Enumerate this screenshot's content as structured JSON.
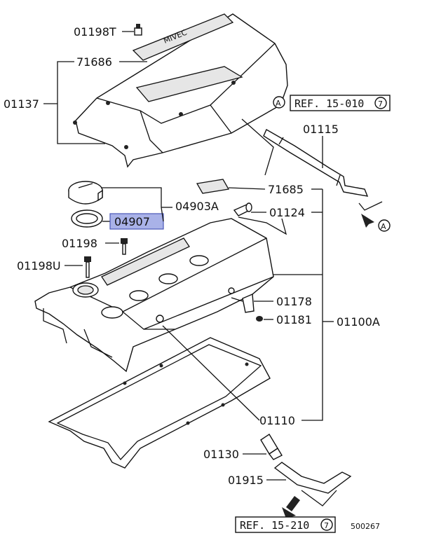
{
  "diagram": {
    "labels": {
      "p01198T": "01198T",
      "p71686": "71686",
      "p01137": "01137",
      "p01115": "01115",
      "p04903A": "04903A",
      "p04907": "04907",
      "p71685": "71685",
      "p01124": "01124",
      "p01198": "01198",
      "p01198U": "01198U",
      "p01178": "01178",
      "p01181": "01181",
      "p01100A": "01100A",
      "p01110": "01110",
      "p01130": "01130",
      "p01915": "01915"
    },
    "ref_top": {
      "text": "REF. 15-010",
      "num": "7",
      "marker": "A"
    },
    "ref_bottom": {
      "text": "REF. 15-210",
      "num": "7"
    },
    "ref_arrow_marker": "A",
    "cover_badge": "MIVEC",
    "diagram_code": "500267",
    "highlight_color": "#a9b2e8"
  }
}
